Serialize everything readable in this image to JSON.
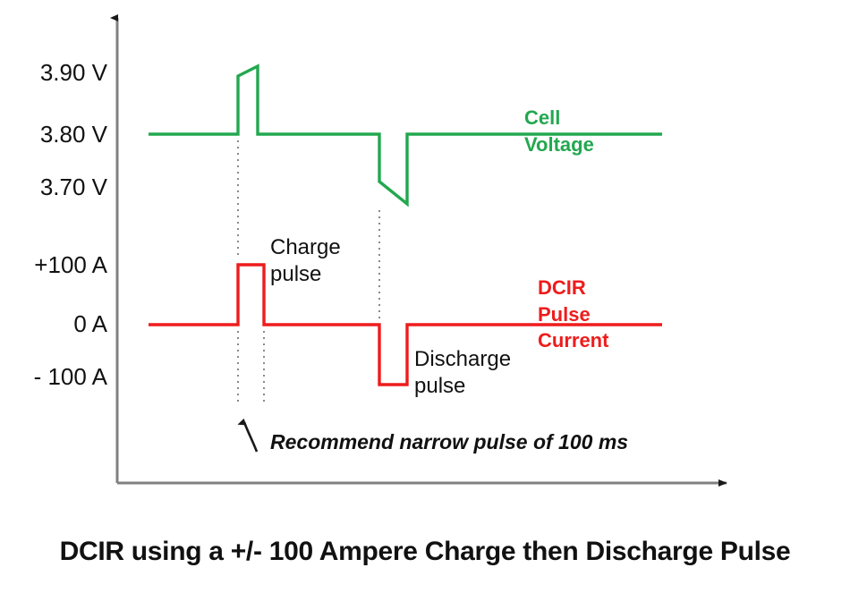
{
  "caption": "DCIR using a +/- 100 Ampere Charge then Discharge Pulse",
  "axes": {
    "voltage_ticks": [
      {
        "label": "3.90 V",
        "value": 3.9
      },
      {
        "label": "3.80 V",
        "value": 3.8
      },
      {
        "label": "3.70 V",
        "value": 3.7
      }
    ],
    "current_ticks": [
      {
        "label": "+100 A",
        "value": 100
      },
      {
        "label": "0 A",
        "value": 0
      },
      {
        "label": "- 100 A",
        "value": -100
      }
    ]
  },
  "legend": {
    "voltage_line1": "Cell",
    "voltage_line2": "Voltage",
    "current_line1": "DCIR",
    "current_line2": "Pulse",
    "current_line3": "Current"
  },
  "annotations": {
    "charge_line1": "Charge",
    "charge_line2": "pulse",
    "discharge_line1": "Discharge",
    "discharge_line2": "pulse",
    "recommend": "Recommend narrow pulse of 100 ms"
  },
  "colors": {
    "voltage": "#22a84f",
    "current": "#ee1c1c",
    "axis": "#808080",
    "guide": "#808080",
    "text": "#111111"
  },
  "chart_data": {
    "type": "line",
    "title": "DCIR using a +/- 100 Ampere Charge then Discharge Pulse",
    "xlabel": "",
    "ylabel": "",
    "grid": false,
    "legend_position": "right",
    "series": [
      {
        "name": "Cell Voltage",
        "unit": "V",
        "color": "#22a84f",
        "ylim": [
          3.6,
          3.95
        ],
        "points": [
          {
            "t": 0.0,
            "v": 3.8
          },
          {
            "t": 0.19,
            "v": 3.8
          },
          {
            "t": 0.19,
            "v": 3.885
          },
          {
            "t": 0.235,
            "v": 3.905
          },
          {
            "t": 0.235,
            "v": 3.8
          },
          {
            "t": 0.42,
            "v": 3.8
          },
          {
            "t": 0.42,
            "v": 3.715
          },
          {
            "t": 0.485,
            "v": 3.685
          },
          {
            "t": 0.485,
            "v": 3.8
          },
          {
            "t": 1.0,
            "v": 3.8
          }
        ]
      },
      {
        "name": "DCIR Pulse Current",
        "unit": "A",
        "color": "#ee1c1c",
        "ylim": [
          -140,
          140
        ],
        "points": [
          {
            "t": 0.0,
            "i": 0
          },
          {
            "t": 0.19,
            "i": 0
          },
          {
            "t": 0.19,
            "i": 100
          },
          {
            "t": 0.235,
            "i": 100
          },
          {
            "t": 0.235,
            "i": 0
          },
          {
            "t": 0.42,
            "i": 0
          },
          {
            "t": 0.42,
            "i": -100
          },
          {
            "t": 0.485,
            "i": -100
          },
          {
            "t": 0.485,
            "i": 0
          },
          {
            "t": 1.0,
            "i": 0
          }
        ]
      }
    ],
    "annotations": [
      {
        "text": "Charge pulse",
        "near": "charge-pulse"
      },
      {
        "text": "Discharge pulse",
        "near": "discharge-pulse"
      },
      {
        "text": "Recommend narrow pulse of 100 ms",
        "near": "pulse-width"
      }
    ]
  }
}
